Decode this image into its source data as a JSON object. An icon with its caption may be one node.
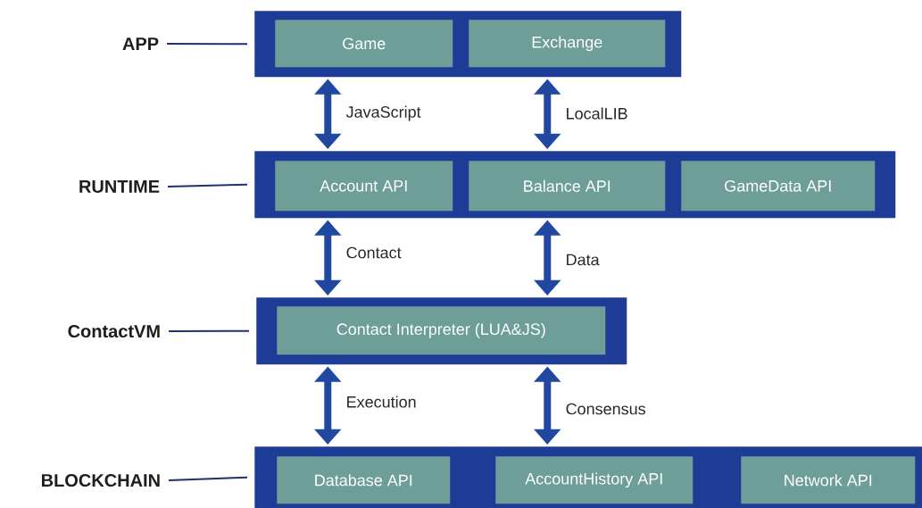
{
  "diagram": {
    "nodes": [
      {
        "text": [
          "APP"
        ]
      },
      {
        "text": [],
        "shape": "box"
      },
      {
        "text": [
          "Game"
        ],
        "in": 1
      },
      {
        "text": [
          "Exchange"
        ],
        "in": 1
      },
      {
        "text": [
          "RUNTIME"
        ]
      },
      {
        "text": [],
        "shape": "box"
      },
      {
        "text": [
          "Account API"
        ],
        "in": 5
      },
      {
        "text": [
          "Balance API"
        ],
        "in": 5
      },
      {
        "text": [
          "GameData API"
        ],
        "in": 5
      },
      {
        "text": [
          "ContactVM"
        ]
      },
      {
        "text": [],
        "shape": "box"
      },
      {
        "text": [
          "Contact Interpreter  (LUA&JS)"
        ],
        "in": 10
      },
      {
        "text": [
          "BLOCKCHAIN"
        ]
      },
      {
        "text": [],
        "shape": "box"
      },
      {
        "text": [
          "Database API"
        ],
        "in": 13
      },
      {
        "text": [
          "AccountHistory API"
        ],
        "in": 13
      },
      {
        "text": [
          "Network API"
        ],
        "in": 13
      }
    ],
    "edges": [
      {
        "from": 0,
        "to": 1,
        "arrow": "none"
      },
      {
        "from": 1,
        "to": 5,
        "arrow": "both",
        "label": "JavaScript"
      },
      {
        "from": 1,
        "to": 5,
        "arrow": "both",
        "label": "LocalLIB"
      },
      {
        "from": 4,
        "to": 5,
        "arrow": "none"
      },
      {
        "from": 5,
        "to": 10,
        "arrow": "both",
        "label": "Contact"
      },
      {
        "from": 5,
        "to": 10,
        "arrow": "both",
        "label": "Data"
      },
      {
        "from": 9,
        "to": 10,
        "arrow": "none"
      },
      {
        "from": 10,
        "to": 13,
        "arrow": "both",
        "label": "Execution"
      },
      {
        "from": 10,
        "to": 13,
        "arrow": "both",
        "label": "Consensus"
      },
      {
        "from": 12,
        "to": 13,
        "arrow": "none"
      }
    ]
  }
}
